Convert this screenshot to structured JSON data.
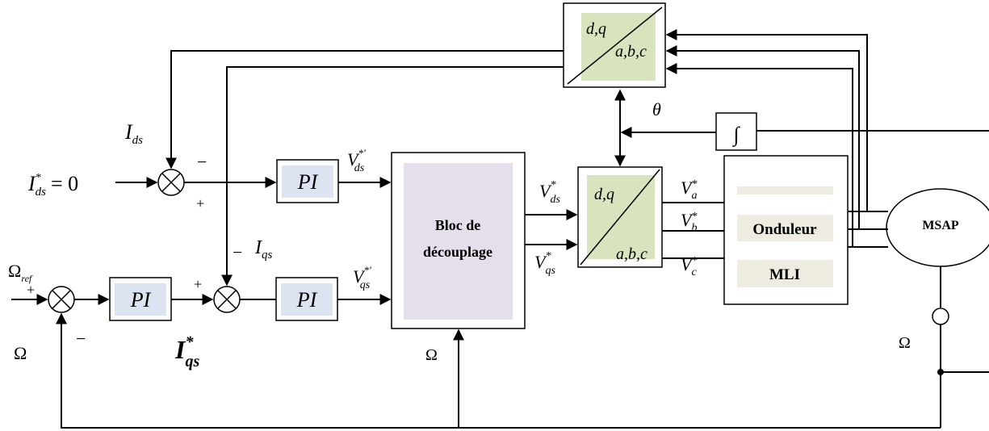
{
  "blocks": {
    "pi": "PI",
    "bloc_de_decouplage": [
      "Bloc de",
      "découplage"
    ],
    "transform_dq": "d,q",
    "transform_abc": "a,b,c",
    "onduleur": "Onduleur",
    "mli": "MLI",
    "msap": "MSAP",
    "integrator": "∫"
  },
  "signals": {
    "i_ds": {
      "base": "I",
      "sub": "ds"
    },
    "i_ds_ref": {
      "base": "I",
      "sub": "ds",
      "sup": "*",
      "rhs": "= 0"
    },
    "i_qs": {
      "base": "I",
      "sub": "qs"
    },
    "i_qs_ref": {
      "base": "I",
      "sub": "qs",
      "sup": "*"
    },
    "v_ds_prime": {
      "base": "V",
      "sub": "ds",
      "sup": "*'"
    },
    "v_qs_prime": {
      "base": "V",
      "sub": "qs",
      "sup": "*'"
    },
    "v_ds": {
      "base": "V",
      "sub": "ds",
      "sup": "*"
    },
    "v_qs": {
      "base": "V",
      "sub": "qs",
      "sup": "*"
    },
    "v_a": {
      "base": "V",
      "sub": "a",
      "sup": "*"
    },
    "v_b": {
      "base": "V",
      "sub": "b",
      "sup": "*"
    },
    "v_c": {
      "base": "V",
      "sub": "c",
      "sup": "*"
    },
    "omega_ref": {
      "base": "Ω",
      "sub": "ref"
    },
    "omega": "Ω",
    "theta": "θ"
  },
  "signs": {
    "plus": "+",
    "minus": "−"
  },
  "colors": {
    "green_fill": "#d8e4bd",
    "lavender_fill": "#e5dfec",
    "pi_fill": "#dbe4f0",
    "beige_fill": "#eeece1"
  }
}
